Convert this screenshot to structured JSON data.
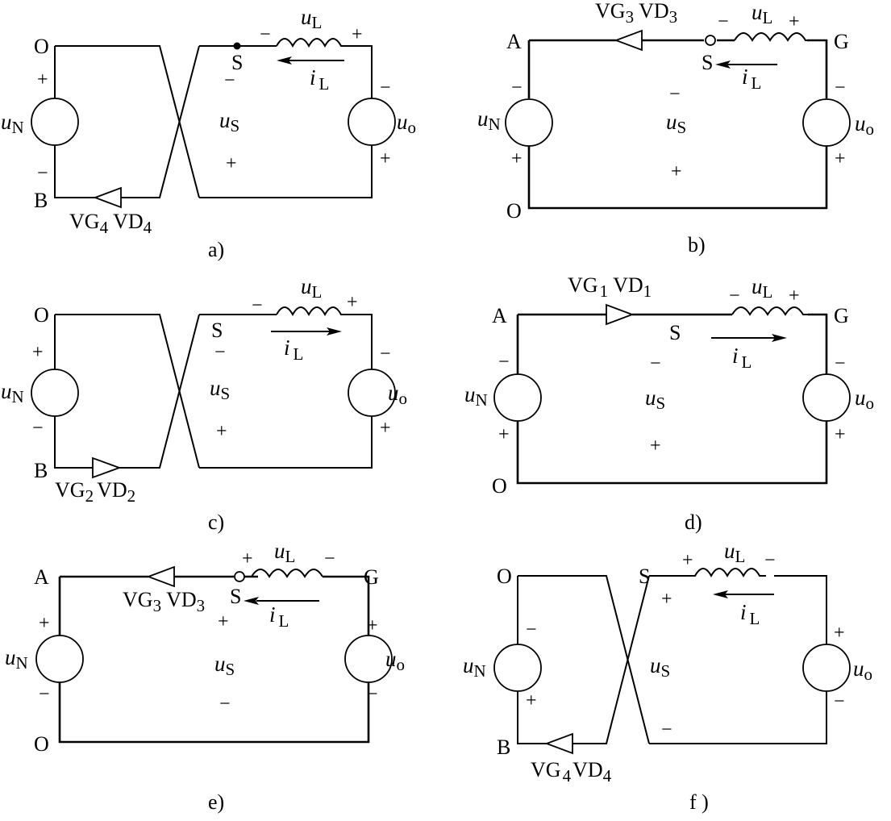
{
  "figure": {
    "panels": [
      {
        "id": "a",
        "caption": "a)",
        "nodes": {
          "top_left": "O",
          "bottom_left": "B",
          "switch": "S"
        },
        "source_left": {
          "symbol": "u",
          "sub": "N",
          "top_sign": "+",
          "bottom_sign": "−"
        },
        "source_right": {
          "symbol": "u",
          "sub": "o",
          "top_sign": "−",
          "bottom_sign": "+"
        },
        "inductor": {
          "symbol": "u",
          "sub": "L",
          "left_sign": "−",
          "right_sign": "+"
        },
        "current": {
          "symbol": "i",
          "sub": "L",
          "direction": "left"
        },
        "switch_voltage": {
          "symbol": "u",
          "sub": "S",
          "top_sign": "−",
          "bottom_sign": "+"
        },
        "device": {
          "label_vg": "VG",
          "vg_sub": "4",
          "label_vd": "VD",
          "vd_sub": "4",
          "direction": "left"
        }
      },
      {
        "id": "b",
        "caption": "b)",
        "nodes": {
          "top_left": "A",
          "bottom_left": "O",
          "top_right": "G",
          "switch": "S"
        },
        "source_left": {
          "symbol": "u",
          "sub": "N",
          "top_sign": "−",
          "bottom_sign": "+"
        },
        "source_right": {
          "symbol": "u",
          "sub": "o",
          "top_sign": "−",
          "bottom_sign": "+"
        },
        "inductor": {
          "symbol": "u",
          "sub": "L",
          "left_sign": "−",
          "right_sign": "+"
        },
        "current": {
          "symbol": "i",
          "sub": "L",
          "direction": "left"
        },
        "switch_voltage": {
          "symbol": "u",
          "sub": "S",
          "top_sign": "−",
          "bottom_sign": "+"
        },
        "device": {
          "label_vg": "VG",
          "vg_sub": "3",
          "label_vd": "VD",
          "vd_sub": "3",
          "direction": "left"
        }
      },
      {
        "id": "c",
        "caption": "c)",
        "nodes": {
          "top_left": "O",
          "bottom_left": "B",
          "switch": "S"
        },
        "source_left": {
          "symbol": "u",
          "sub": "N",
          "top_sign": "+",
          "bottom_sign": "−"
        },
        "source_right": {
          "symbol": "u",
          "sub": "o",
          "top_sign": "−",
          "bottom_sign": "+"
        },
        "inductor": {
          "symbol": "u",
          "sub": "L",
          "left_sign": "−",
          "right_sign": "+"
        },
        "current": {
          "symbol": "i",
          "sub": "L",
          "direction": "right"
        },
        "switch_voltage": {
          "symbol": "u",
          "sub": "S",
          "top_sign": "−",
          "bottom_sign": "+"
        },
        "device": {
          "label_vg": "VG",
          "vg_sub": "2",
          "label_vd": "VD",
          "vd_sub": "2",
          "direction": "right"
        }
      },
      {
        "id": "d",
        "caption": "d)",
        "nodes": {
          "top_left": "A",
          "bottom_left": "O",
          "top_right": "G",
          "switch": "S"
        },
        "source_left": {
          "symbol": "u",
          "sub": "N",
          "top_sign": "−",
          "bottom_sign": "+"
        },
        "source_right": {
          "symbol": "u",
          "sub": "o",
          "top_sign": "−",
          "bottom_sign": "+"
        },
        "inductor": {
          "symbol": "u",
          "sub": "L",
          "left_sign": "−",
          "right_sign": "+"
        },
        "current": {
          "symbol": "i",
          "sub": "L",
          "direction": "right"
        },
        "switch_voltage": {
          "symbol": "u",
          "sub": "S",
          "top_sign": "−",
          "bottom_sign": "+"
        },
        "device": {
          "label_vg": "VG",
          "vg_sub": "1",
          "label_vd": "VD",
          "vd_sub": "1",
          "direction": "right"
        }
      },
      {
        "id": "e",
        "caption": "e)",
        "nodes": {
          "top_left": "A",
          "bottom_left": "O",
          "top_right": "G",
          "switch": "S"
        },
        "source_left": {
          "symbol": "u",
          "sub": "N",
          "top_sign": "+",
          "bottom_sign": "−"
        },
        "source_right": {
          "symbol": "u",
          "sub": "o",
          "top_sign": "+",
          "bottom_sign": "−"
        },
        "inductor": {
          "symbol": "u",
          "sub": "L",
          "left_sign": "+",
          "right_sign": "−"
        },
        "current": {
          "symbol": "i",
          "sub": "L",
          "direction": "left"
        },
        "switch_voltage": {
          "symbol": "u",
          "sub": "S",
          "top_sign": "+",
          "bottom_sign": "−"
        },
        "device": {
          "label_vg": "VG",
          "vg_sub": "3",
          "label_vd": "VD",
          "vd_sub": "3",
          "direction": "left"
        }
      },
      {
        "id": "f",
        "caption": "f )",
        "nodes": {
          "top_left": "O",
          "bottom_left": "B",
          "switch": "S"
        },
        "source_left": {
          "symbol": "u",
          "sub": "N",
          "top_sign": "−",
          "bottom_sign": "+"
        },
        "source_right": {
          "symbol": "u",
          "sub": "o",
          "top_sign": "+",
          "bottom_sign": "−"
        },
        "inductor": {
          "symbol": "u",
          "sub": "L",
          "left_sign": "+",
          "right_sign": "−"
        },
        "current": {
          "symbol": "i",
          "sub": "L",
          "direction": "left"
        },
        "switch_voltage": {
          "symbol": "u",
          "sub": "S",
          "top_sign": "+",
          "bottom_sign": "−"
        },
        "device": {
          "label_vg": "VG",
          "vg_sub": "4",
          "label_vd": "VD",
          "vd_sub": "4",
          "direction": "left"
        }
      }
    ]
  }
}
